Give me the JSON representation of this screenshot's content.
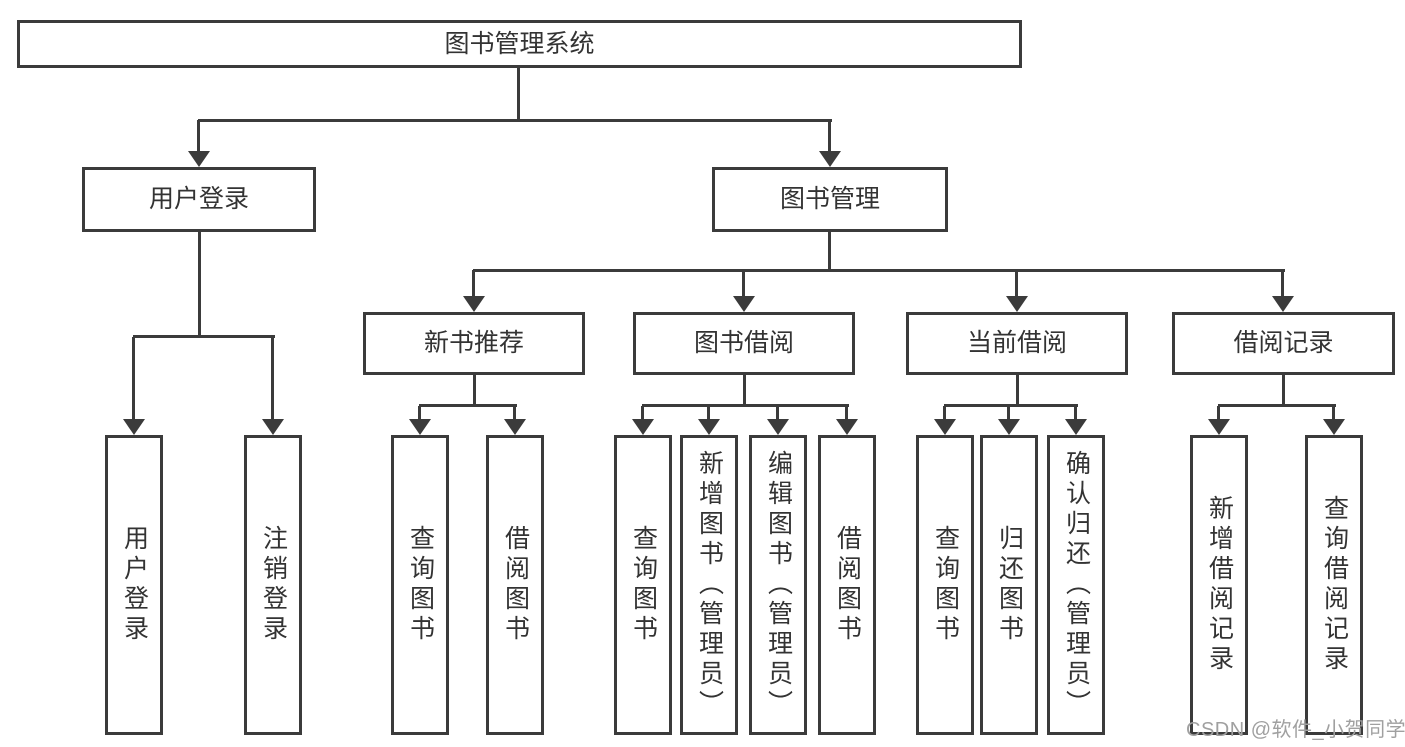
{
  "tree": {
    "root": {
      "label": "图书管理系统"
    },
    "user_login": {
      "label": "用户登录",
      "children": [
        "用户登录",
        "注销登录"
      ]
    },
    "book_mgmt": {
      "label": "图书管理",
      "sections": {
        "new_books": {
          "label": "新书推荐",
          "children": [
            "查询图书",
            "借阅图书"
          ]
        },
        "book_borrow": {
          "label": "图书借阅",
          "children": [
            "查询图书",
            "新增图书（管理员）",
            "编辑图书（管理员）",
            "借阅图书"
          ]
        },
        "current_borrow": {
          "label": "当前借阅",
          "children": [
            "查询图书",
            "归还图书",
            "确认归还（管理员）"
          ]
        },
        "borrow_records": {
          "label": "借阅记录",
          "children": [
            "新增借阅记录",
            "查询借阅记录"
          ]
        }
      }
    }
  },
  "watermark": {
    "text": "CSDN @软件_小贺同学"
  },
  "colors": {
    "line": "#3b3b3b",
    "text": "#333333",
    "watermark": "#a0a0a0",
    "background": "#ffffff"
  }
}
